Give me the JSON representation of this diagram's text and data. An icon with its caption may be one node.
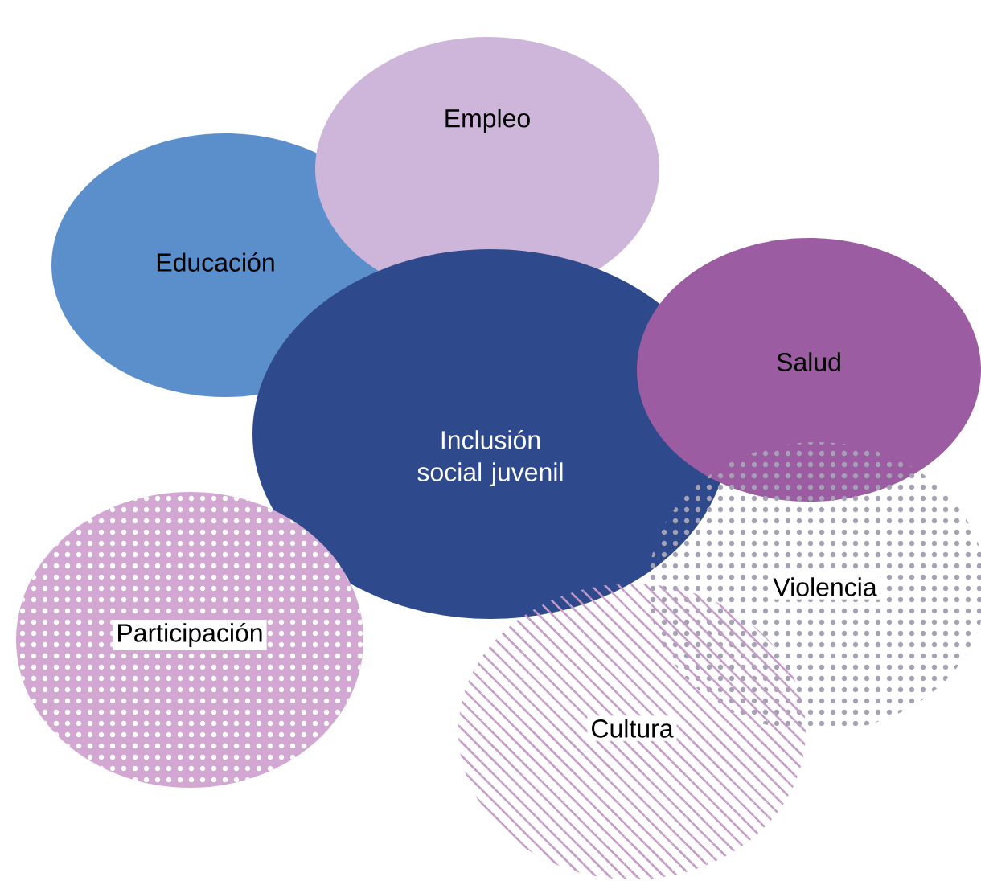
{
  "diagram": {
    "nodes": [
      {
        "text": [
          "Empleo"
        ]
      },
      {
        "text": [
          "Educación"
        ]
      },
      {
        "text": [
          "Inclusión social juvenil"
        ]
      },
      {
        "text": [
          "Salud"
        ]
      },
      {
        "text": [
          "Participación"
        ]
      },
      {
        "text": [
          "Violencia"
        ]
      },
      {
        "text": [
          "Cultura"
        ]
      }
    ]
  }
}
